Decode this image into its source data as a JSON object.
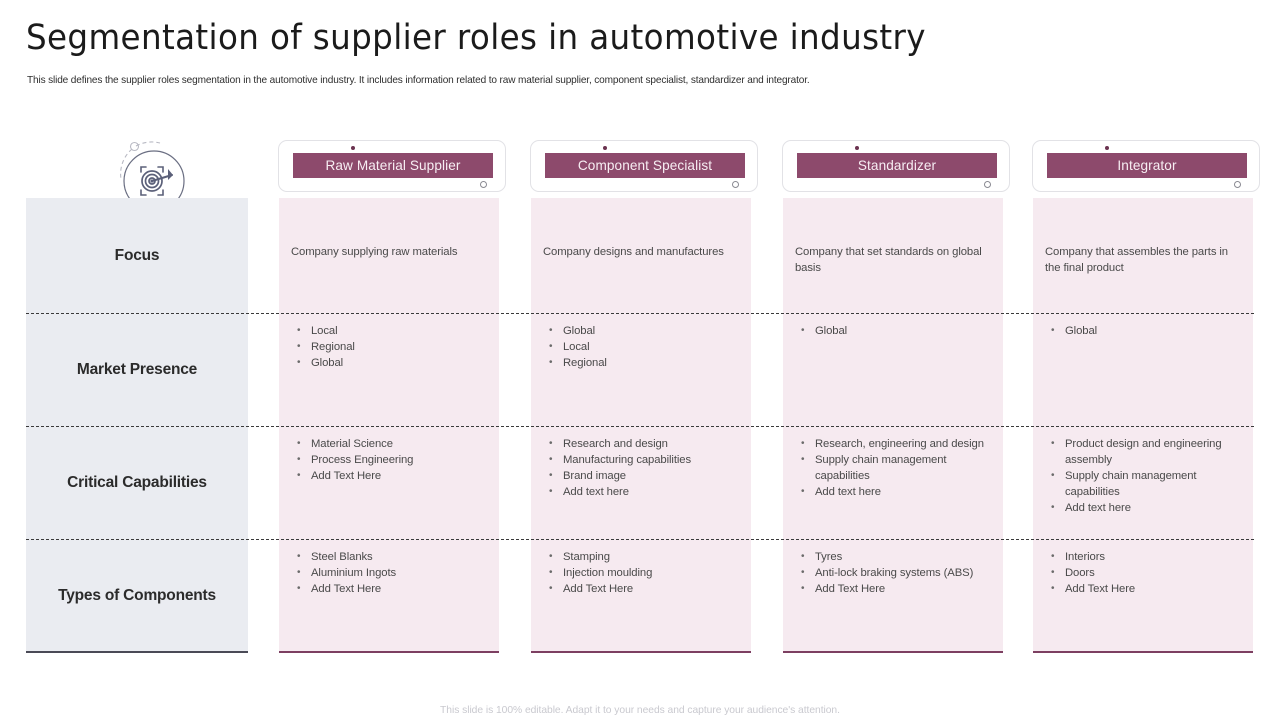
{
  "header": {
    "title": "Segmentation of supplier roles in automotive industry",
    "subtitle": "This slide defines the supplier roles segmentation in the automotive industry. It includes information related to raw material supplier, component specialist, standardizer and integrator."
  },
  "icon": {
    "name": "target-arrow-icon"
  },
  "colors": {
    "badge_fill": "#8d4a6c",
    "content_bg": "#f6eaf0",
    "label_bg": "#eaecf1",
    "label_rule": "#4a4a56",
    "content_rule": "#7d3f61"
  },
  "columns": [
    {
      "header": "Raw Material Supplier"
    },
    {
      "header": "Component  Specialist"
    },
    {
      "header": "Standardizer"
    },
    {
      "header": "Integrator"
    }
  ],
  "rows": [
    {
      "label": "Focus",
      "type": "text",
      "cells": [
        "Company supplying raw materials",
        "Company designs and manufactures",
        "Company that set standards on global basis",
        "Company that assembles the parts in the final product"
      ]
    },
    {
      "label": "Market Presence",
      "type": "list",
      "cells": [
        [
          "Local",
          "Regional",
          "Global"
        ],
        [
          "Global",
          "Local",
          "Regional"
        ],
        [
          "Global"
        ],
        [
          "Global"
        ]
      ]
    },
    {
      "label": "Critical Capabilities",
      "type": "list",
      "cells": [
        [
          "Material Science",
          "Process Engineering",
          "Add Text Here"
        ],
        [
          "Research and design",
          "Manufacturing  capabilities",
          "Brand image",
          "Add text here"
        ],
        [
          "Research,  engineering and design",
          "Supply chain management capabilities",
          "Add text here"
        ],
        [
          "Product design and engineering  assembly",
          "Supply chain management capabilities",
          "Add text here"
        ]
      ]
    },
    {
      "label": "Types of Components",
      "type": "list",
      "cells": [
        [
          "Steel Blanks",
          "Aluminium Ingots",
          "Add Text Here"
        ],
        [
          "Stamping",
          "Injection moulding",
          "Add Text Here"
        ],
        [
          "Tyres",
          "Anti-lock braking systems (ABS)",
          "Add Text Here"
        ],
        [
          "Interiors",
          "Doors",
          "Add Text Here"
        ]
      ]
    }
  ],
  "footer": {
    "note": "This slide is 100% editable. Adapt it to your needs and capture your audience's attention."
  }
}
